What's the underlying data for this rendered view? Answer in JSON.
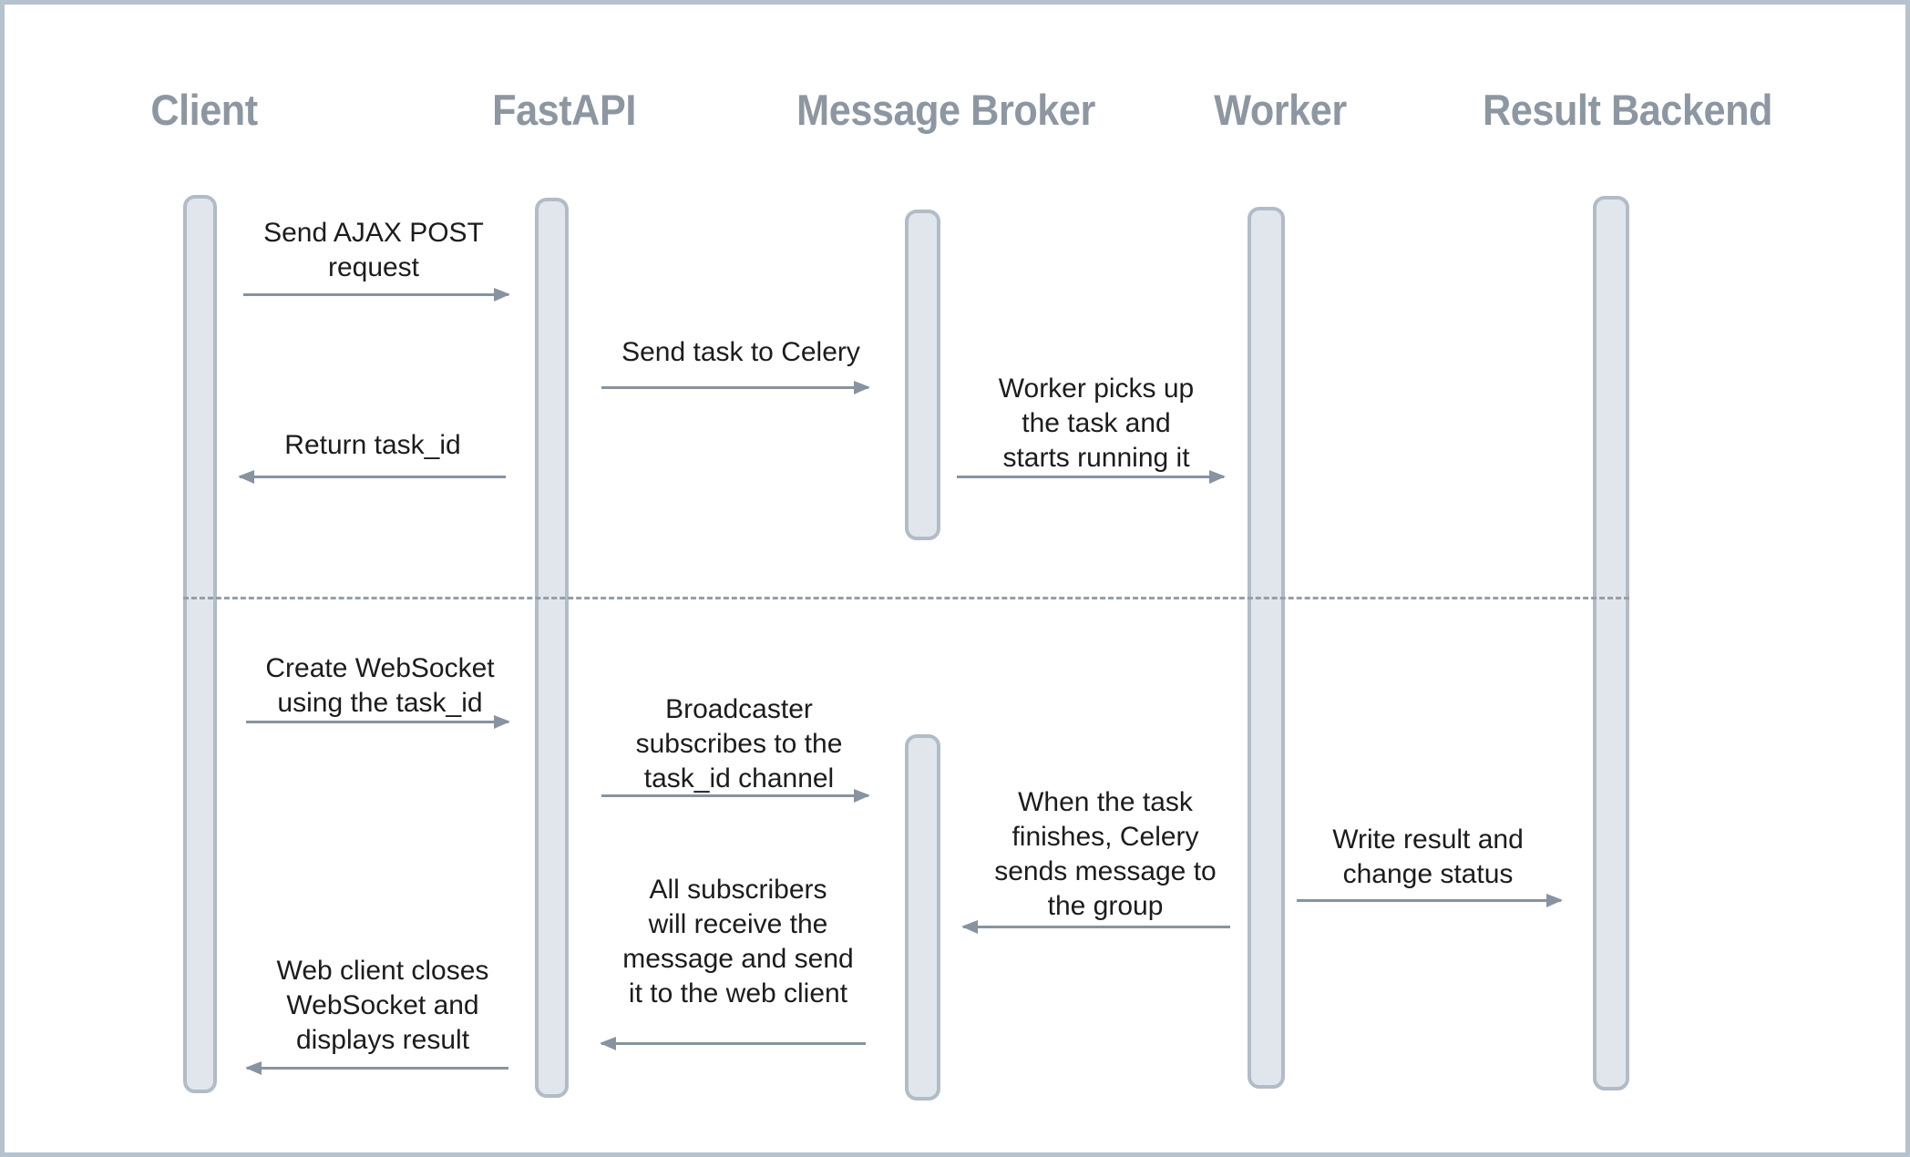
{
  "diagram": {
    "type": "sequence-diagram",
    "actors": [
      {
        "name": "Client"
      },
      {
        "name": "FastAPI"
      },
      {
        "name": "Message Broker"
      },
      {
        "name": "Worker"
      },
      {
        "name": "Result Backend"
      }
    ],
    "messages": [
      {
        "label": "Send AJAX POST\nrequest",
        "from": "Client",
        "to": "FastAPI",
        "direction": "right"
      },
      {
        "label": "Send task to Celery",
        "from": "FastAPI",
        "to": "Message Broker",
        "direction": "right"
      },
      {
        "label": "Worker picks up\nthe task and\nstarts running it",
        "from": "Message Broker",
        "to": "Worker",
        "direction": "right"
      },
      {
        "label": "Return task_id",
        "from": "FastAPI",
        "to": "Client",
        "direction": "left"
      },
      {
        "label": "Create WebSocket\nusing the task_id",
        "from": "Client",
        "to": "FastAPI",
        "direction": "right"
      },
      {
        "label": "Broadcaster\nsubscribes to the\ntask_id channel",
        "from": "FastAPI",
        "to": "Message Broker",
        "direction": "right"
      },
      {
        "label": "When the task\nfinishes, Celery\nsends message to\nthe group",
        "from": "Worker",
        "to": "Message Broker",
        "direction": "left"
      },
      {
        "label": "Write result and\nchange status",
        "from": "Worker",
        "to": "Result Backend",
        "direction": "right"
      },
      {
        "label": "All subscribers\nwill receive the\nmessage and send\nit to the web client",
        "from": "Message Broker",
        "to": "FastAPI",
        "direction": "left"
      },
      {
        "label": "Web client closes\nWebSocket and\ndisplays result",
        "from": "FastAPI",
        "to": "Client",
        "direction": "left"
      }
    ],
    "colors": {
      "background": "#ffffff",
      "frame_border": "#b6c2ce",
      "actor_label": "#8d97a2",
      "lifeline_fill": "#e0e6ec",
      "lifeline_border": "#b2bcc7",
      "arrow": "#8793a0",
      "message_text": "#1c1c1e",
      "divider": "#959fa9"
    }
  }
}
